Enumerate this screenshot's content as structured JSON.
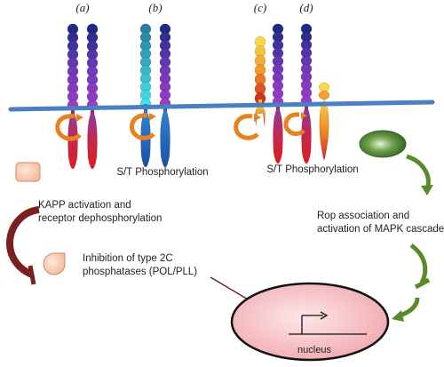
{
  "panel_labels": [
    "(a)",
    "(b)",
    "(c)",
    "(d)"
  ],
  "texts": {
    "st_phos_left": "S/T Phosphorylation",
    "st_phos_right": "S/T Phosphorylation",
    "kapp_line1": "KAPP activation and",
    "kapp_line2": "receptor dephosphorylation",
    "inhib_line1": "Inhibition of type 2C",
    "inhib_line2": "phosphatases (POL/PLL)",
    "rop_line1": "Rop association and",
    "rop_line2": "activation of MAPK cascade",
    "nucleus": "nucleus"
  },
  "colors": {
    "membrane": "#4a7fc1",
    "arrow_orange": "#e8821e",
    "inhibition_red": "#7a1f22",
    "activation_green": "#5a8a2a",
    "nucleus_fill": "#f4c6c9",
    "receptor_navy": "#2a2f8f",
    "receptor_purple": "#7a2fb0",
    "receptor_red": "#d42030",
    "receptor_blue": "#2a6fc4",
    "receptor_cyan": "#33c6d8",
    "receptor_orange": "#ee8a1c",
    "receptor_yellow": "#f5d34a"
  }
}
